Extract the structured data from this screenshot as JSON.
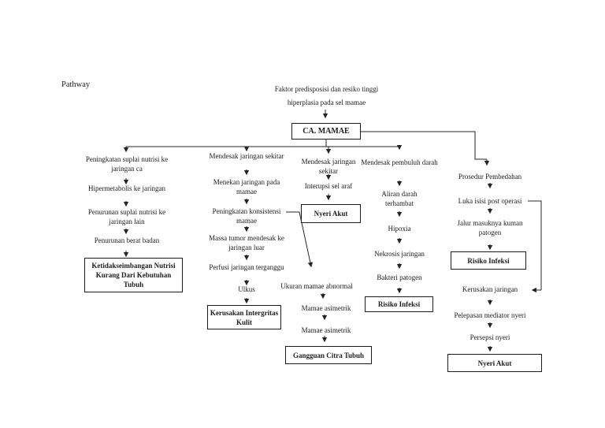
{
  "page": {
    "title": "Pathway"
  },
  "colors": {
    "ink": "#1b1b1b",
    "line": "#242424",
    "background": "#ffffff"
  },
  "flowchart": {
    "predisposing": {
      "line1": "Faktor predisposisi dan resiko tinggi",
      "line2": "hiperplasia pada sel mamae"
    },
    "root": "CA. MAMAE",
    "col_nutrition": {
      "steps": [
        "Peningkatan suplai nutrisi ke jaringan ca",
        "Hipermetabolis ke jaringan",
        "Penurunan suplai nutrisi ke jaringan lain",
        "Penurunan berat badan"
      ],
      "diagnosis": "Ketidakseimbangan Nutrisi Kurang Dari Kebutuhan Tubuh"
    },
    "col_skin": {
      "steps": [
        "Mendesak jaringan sekitar",
        "Menekan jaringan pada mamae",
        "Peningkatan konsistensi mamae",
        "Massa tumor mendesak ke jaringan luar",
        "Perfusi jaringan terganggu",
        "Ulkus"
      ],
      "diagnosis": "Kerusakan Intergritas Kulit"
    },
    "col_nerve": {
      "steps": [
        "Mendesak jaringan sekitar",
        "Interupsi sel araf"
      ],
      "diagnosis": "Nyeri Akut"
    },
    "col_body_image": {
      "steps": [
        "Ukuran mamae abnormal",
        "Mamae asimetrik",
        "Mamae asimetrik"
      ],
      "diagnosis": "Gangguan Citra Tubuh"
    },
    "col_vascular": {
      "steps": [
        "Mendesak pembuluh darah",
        "Aliran darah terhambat",
        "Hipoxia",
        "Nekrosis jaringan",
        "Bakteri patogen"
      ],
      "diagnosis": "Risiko Infeksi"
    },
    "col_surgery": {
      "steps": [
        "Prosedur Pembedahan",
        "Luka isisi post operasi",
        "Jalur masuknya kuman patogen"
      ],
      "diagnosis": "Risiko Infeksi"
    },
    "col_pain": {
      "steps": [
        "Kerusakan jaringan",
        "Pelepasan mediator nyeri",
        "Persepsi nyeri"
      ],
      "diagnosis": "Nyeri Akut"
    }
  }
}
